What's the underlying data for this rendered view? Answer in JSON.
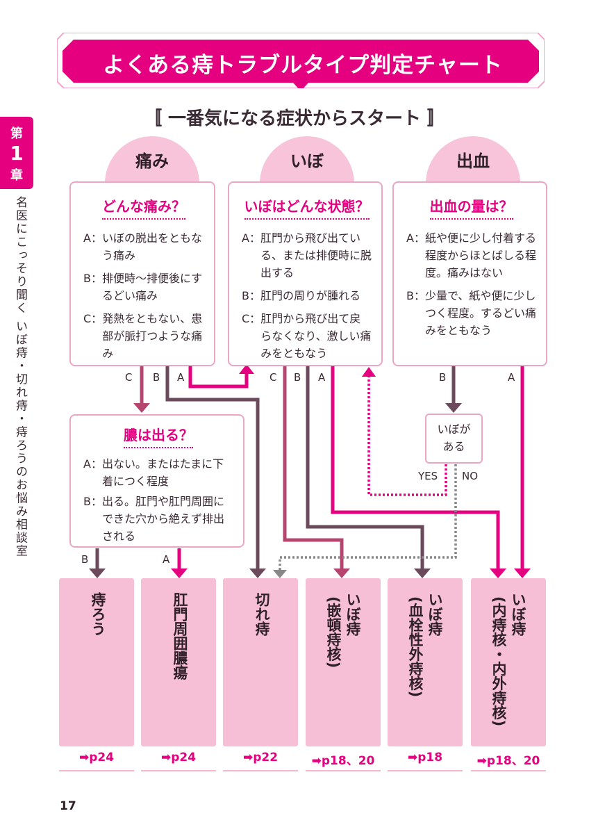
{
  "title": "よくある痔トラブルタイプ判定チャート",
  "subtitle": "〚 一番気になる症状からスタート 〛",
  "chapter": {
    "label_top": "第",
    "label_num": "1",
    "label_bottom": "章",
    "subtitle": "名医にこっそり聞く いぼ痔・切れ痔・痔ろうのお悩み相談室"
  },
  "categories": [
    "痛み",
    "いぼ",
    "出血"
  ],
  "questions": {
    "pain": {
      "title": "どんな痛み？",
      "options": [
        {
          "key": "A：",
          "text": "いぼの脱出をともなう痛み"
        },
        {
          "key": "B：",
          "text": "排便時〜排便後にするどい痛み"
        },
        {
          "key": "C：",
          "text": "発熱をともない、患部が脈打つような痛み"
        }
      ]
    },
    "ibo": {
      "title": "いぼはどんな状態？",
      "options": [
        {
          "key": "A：",
          "text": "肛門から飛び出ている、または排便時に脱出する"
        },
        {
          "key": "B：",
          "text": "肛門の周りが腫れる"
        },
        {
          "key": "C：",
          "text": "肛門から飛び出て戻らなくなり、激しい痛みをともなう"
        }
      ]
    },
    "bleed": {
      "title": "出血の量は？",
      "options": [
        {
          "key": "A：",
          "text": "紙や便に少し付着する程度からほとばしる程度。痛みはない"
        },
        {
          "key": "B：",
          "text": "少量で、紙や便に少しつく程度。するどい痛みをともなう"
        }
      ]
    },
    "pus": {
      "title": "膿は出る？",
      "options": [
        {
          "key": "A：",
          "text": "出ない。またはたまに下着につく程度"
        },
        {
          "key": "B：",
          "text": "出る。肛門や肛門周囲にできた穴から絶えず排出される"
        }
      ]
    },
    "ibo_check": {
      "line1": "いぼが",
      "line2": "ある"
    }
  },
  "flow_labels": {
    "pain_c": "C",
    "pain_b": "B",
    "pain_a": "A",
    "ibo_c": "C",
    "ibo_b": "B",
    "ibo_a": "A",
    "bleed_b": "B",
    "bleed_a": "A",
    "pus_b": "B",
    "pus_a": "A",
    "yes": "YES",
    "no": "NO"
  },
  "results": [
    {
      "name": "痔ろう",
      "sub": "",
      "page": "➡p24"
    },
    {
      "name": "肛門周囲膿瘍",
      "sub": "",
      "page": "➡p24"
    },
    {
      "name": "切れ痔",
      "sub": "",
      "page": "➡p22"
    },
    {
      "name": "いぼ痔",
      "sub": "(嵌頓痔核)",
      "page": "➡p18、20"
    },
    {
      "name": "いぼ痔",
      "sub": "(血栓性外痔核)",
      "page": "➡p18"
    },
    {
      "name": "いぼ痔",
      "sub": "(内痔核・内外痔核)",
      "page": "➡p18、20"
    }
  ],
  "colors": {
    "magenta": "#e4007f",
    "brown": "#6b4a5b",
    "rose": "#b5456e",
    "pink": "#f7bfd6",
    "gray": "#888888"
  },
  "page_number": "17"
}
